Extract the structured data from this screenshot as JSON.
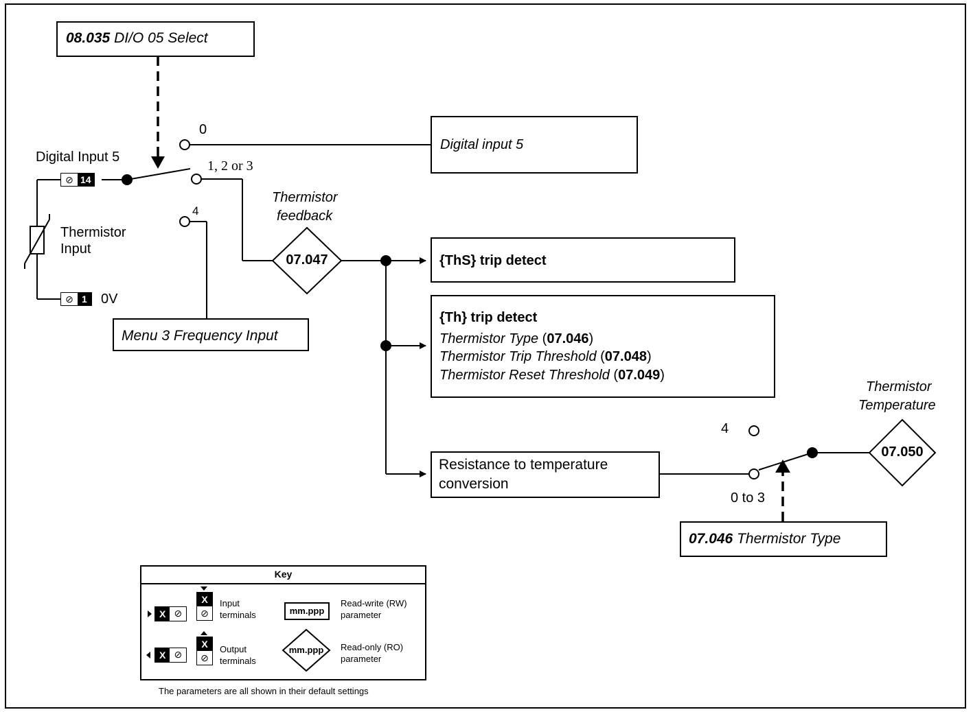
{
  "selector_box": {
    "param": "08.035",
    "name": "DI/O 05 Select"
  },
  "digital_input_label": "Digital Input 5",
  "terminal_14": "14",
  "terminal_1": "1",
  "zero_v": "0V",
  "thermistor_input": [
    "Thermistor",
    "Input"
  ],
  "switch_positions": {
    "pos0": "0",
    "pos123": "1, 2 or 3",
    "pos4": "4"
  },
  "menu3_box": "Menu 3 Frequency Input",
  "digital_input_box": "Digital input 5",
  "feedback_label": [
    "Thermistor",
    "feedback"
  ],
  "feedback_param": "07.047",
  "ths_box": "{ThS} trip detect",
  "th_box": {
    "title": "{Th} trip detect",
    "line1_name": "Thermistor Type",
    "line1_param": "07.046",
    "line2_name": "Thermistor Trip Threshold",
    "line2_param": "07.048",
    "line3_name": "Thermistor Reset Threshold",
    "line3_param": "07.049"
  },
  "conversion_box": [
    "Resistance to temperature",
    "conversion"
  ],
  "temp_switch": {
    "pos4": "4",
    "pos03": "0 to 3"
  },
  "temperature_label": [
    "Thermistor",
    "Temperature"
  ],
  "temperature_param": "07.050",
  "type_box": {
    "param": "07.046",
    "name": "Thermistor Type"
  },
  "key": {
    "title": "Key",
    "terminal_x": "X",
    "input_terminals": [
      "Input",
      "terminals"
    ],
    "output_terminals": [
      "Output",
      "terminals"
    ],
    "rw_sample": "mm.ppp",
    "rw_label": [
      "Read-write (RW)",
      "parameter"
    ],
    "ro_sample": "mm.ppp",
    "ro_label": [
      "Read-only (RO)",
      "parameter"
    ],
    "footnote": "The parameters are all shown in their default settings"
  },
  "colors": {
    "line": "#000000",
    "terminal_fill": "#000000",
    "background": "#ffffff"
  }
}
